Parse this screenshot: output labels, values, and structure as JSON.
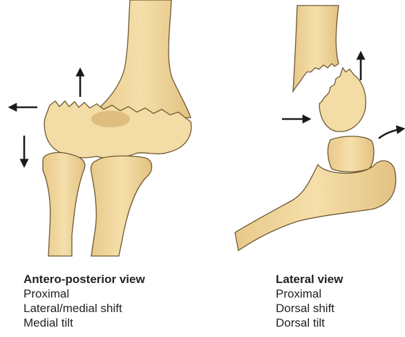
{
  "colors": {
    "bone_fill": "#f0d59a",
    "bone_shadow": "#d9b574",
    "bone_outline": "#6b5530",
    "arrow": "#1a1a1a"
  },
  "captions": {
    "ap": {
      "heading": "Antero-posterior view",
      "lines": [
        "Proximal",
        "Lateral/medial shift",
        "Medial tilt"
      ]
    },
    "lateral": {
      "heading": "Lateral view",
      "lines": [
        "Proximal",
        "Dorsal shift",
        "Dorsal tilt"
      ]
    }
  }
}
